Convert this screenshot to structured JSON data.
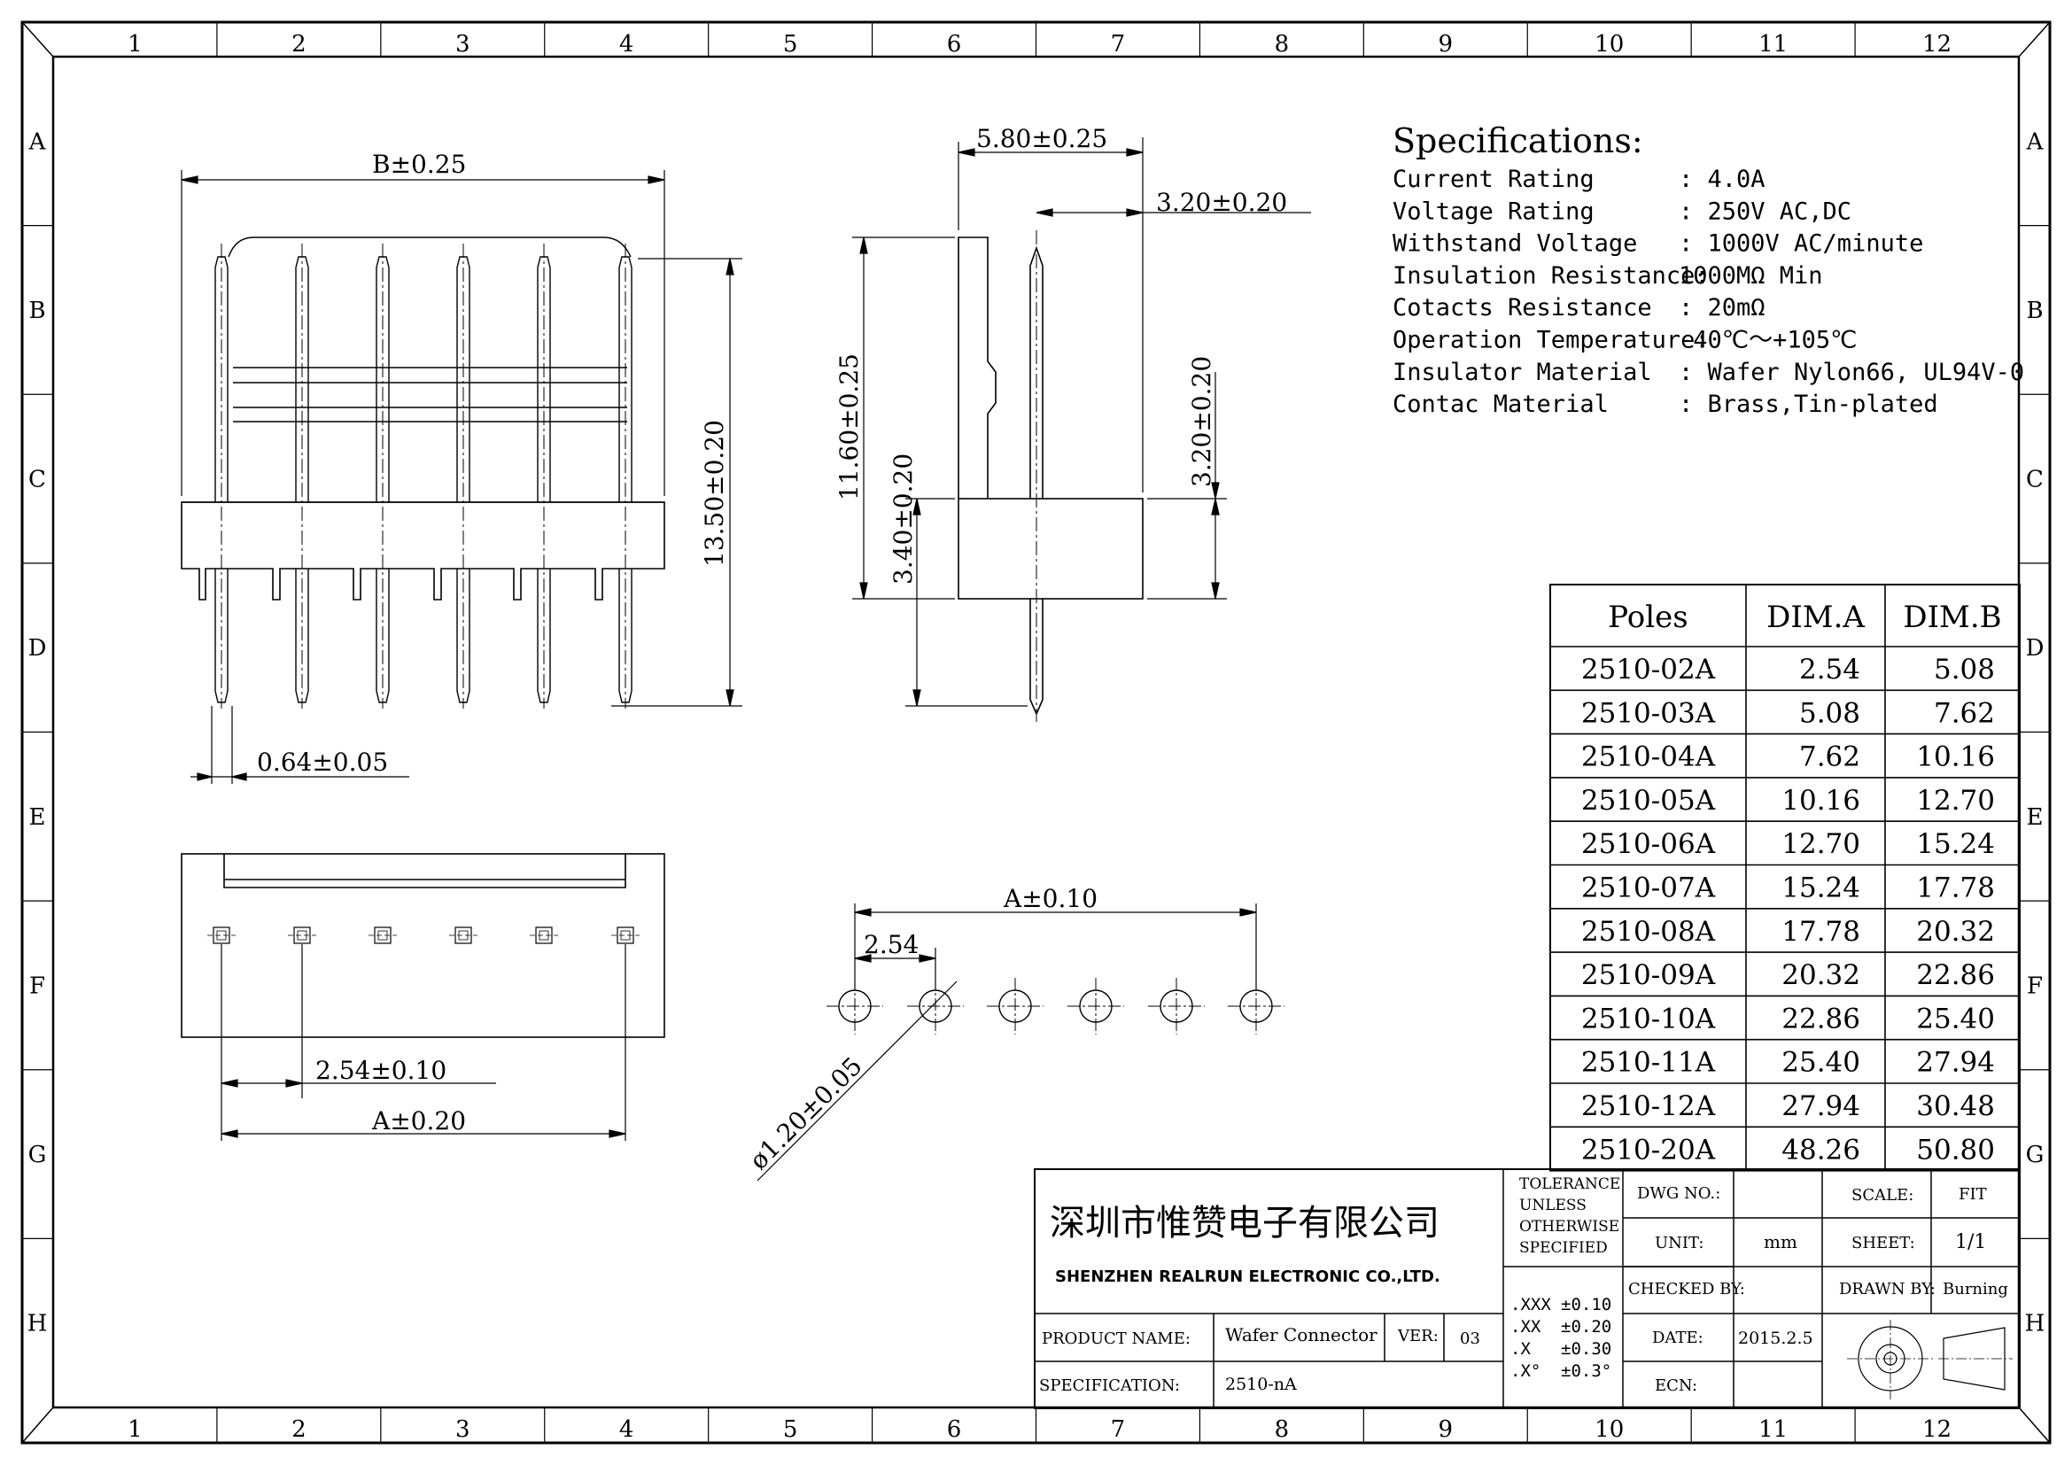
{
  "border": {
    "columns": [
      "1",
      "2",
      "3",
      "4",
      "5",
      "6",
      "7",
      "8",
      "9",
      "10",
      "11",
      "12"
    ],
    "rows": [
      "A",
      "B",
      "C",
      "D",
      "E",
      "F",
      "G",
      "H"
    ]
  },
  "specs": {
    "title": "Specifications:",
    "items": [
      {
        "label": "Current Rating",
        "value": ": 4.0A"
      },
      {
        "label": "Voltage Rating",
        "value": ": 250V AC,DC"
      },
      {
        "label": "Withstand Voltage",
        "value": ": 1000V AC/minute"
      },
      {
        "label": "Insulation Resistance:",
        "value": "1000MΩ  Min"
      },
      {
        "label": "Cotacts Resistance",
        "value": ": 20mΩ"
      },
      {
        "label": "Operation Temperature:",
        "value": "-40℃～+105℃"
      },
      {
        "label": "Insulator Material",
        "value": ": Wafer Nylon66, UL94V-0"
      },
      {
        "label": "Contac Material",
        "value": ": Brass,Tin-plated"
      }
    ]
  },
  "table": {
    "headers": [
      "Poles",
      "DIM.A",
      "DIM.B"
    ],
    "rows": [
      [
        "2510-02A",
        "2.54",
        "5.08"
      ],
      [
        "2510-03A",
        "5.08",
        "7.62"
      ],
      [
        "2510-04A",
        "7.62",
        "10.16"
      ],
      [
        "2510-05A",
        "10.16",
        "12.70"
      ],
      [
        "2510-06A",
        "12.70",
        "15.24"
      ],
      [
        "2510-07A",
        "15.24",
        "17.78"
      ],
      [
        "2510-08A",
        "17.78",
        "20.32"
      ],
      [
        "2510-09A",
        "20.32",
        "22.86"
      ],
      [
        "2510-10A",
        "22.86",
        "25.40"
      ],
      [
        "2510-11A",
        "25.40",
        "27.94"
      ],
      [
        "2510-12A",
        "27.94",
        "30.48"
      ],
      [
        "2510-20A",
        "48.26",
        "50.80"
      ]
    ]
  },
  "dims": {
    "b_width": "B±0.25",
    "height_total": "13.50±0.20",
    "pin_width": "0.64±0.05",
    "side_width": "5.80±0.25",
    "side_offset": "3.20±0.20",
    "side_height": "11.60±0.25",
    "side_lower": "3.40±0.20",
    "side_upper": "3.20±0.20",
    "bottom_pitch": "2.54±0.10",
    "bottom_a": "A±0.20",
    "hole_a": "A±0.10",
    "hole_pitch": "2.54",
    "hole_dia": "ø1.20±0.05"
  },
  "title_block": {
    "company_cn": "深圳市惟赞电子有限公司",
    "company_en": "SHENZHEN REALRUN ELECTRONIC CO.,LTD.",
    "tolerance_note": [
      "TOLERANCE",
      "UNLESS",
      "OTHERWISE",
      "SPECIFIED"
    ],
    "tolerances": [
      {
        "k": ".XXX",
        "v": "±0.10"
      },
      {
        "k": ".XX",
        "v": "±0.20"
      },
      {
        "k": ".X",
        "v": "±0.30"
      },
      {
        "k": ".X°",
        "v": "±0.3°"
      }
    ],
    "dwg_no_label": "DWG NO.:",
    "dwg_no": "",
    "scale_label": "SCALE:",
    "scale": "FIT",
    "unit_label": "UNIT:",
    "unit": "mm",
    "sheet_label": "SHEET:",
    "sheet": "1/1",
    "checked_label": "CHECKED BY:",
    "checked": "",
    "drawn_label": "DRAWN BY:",
    "drawn": "Burning",
    "date_label": "DATE:",
    "date": "2015.2.5",
    "ecn_label": "ECN:",
    "ecn": "",
    "product_label": "PRODUCT NAME:",
    "product": "Wafer Connector",
    "ver_label": "VER:",
    "ver": "03",
    "spec_label": "SPECIFICATION:",
    "spec": "2510-nA"
  }
}
